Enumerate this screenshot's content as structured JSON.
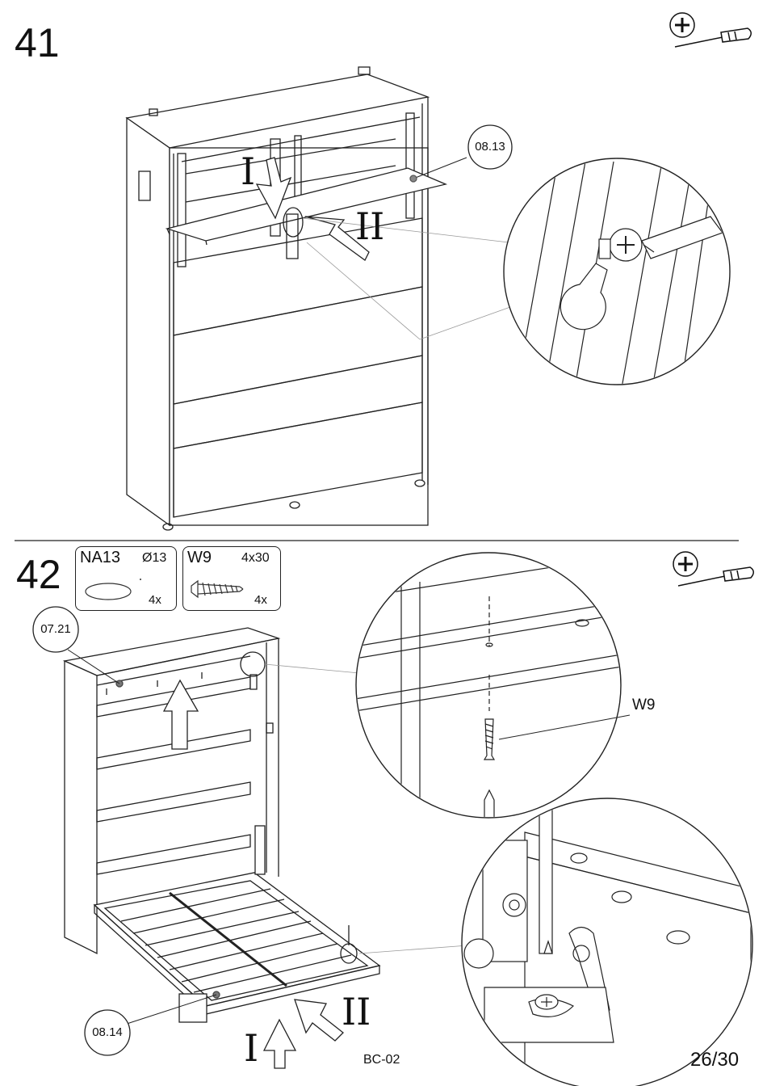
{
  "page": {
    "doc_code": "BC-02",
    "page_number": "26/30"
  },
  "step41": {
    "number": "41",
    "callout_part": "08.13",
    "arrow_label_1": "I",
    "arrow_label_2": "II",
    "tool_icon": "phillips-screwdriver-icon"
  },
  "step42": {
    "number": "42",
    "parts": [
      {
        "code": "NA13",
        "dimension": "Ø13",
        "quantity": "4x"
      },
      {
        "code": "W9",
        "dimension": "4x30",
        "quantity": "4x"
      }
    ],
    "callout_top": "07.21",
    "callout_bottom": "08.14",
    "detail_label": "W9",
    "arrow_label_1": "I",
    "arrow_label_2": "II",
    "tool_icon": "phillips-screwdriver-icon"
  }
}
